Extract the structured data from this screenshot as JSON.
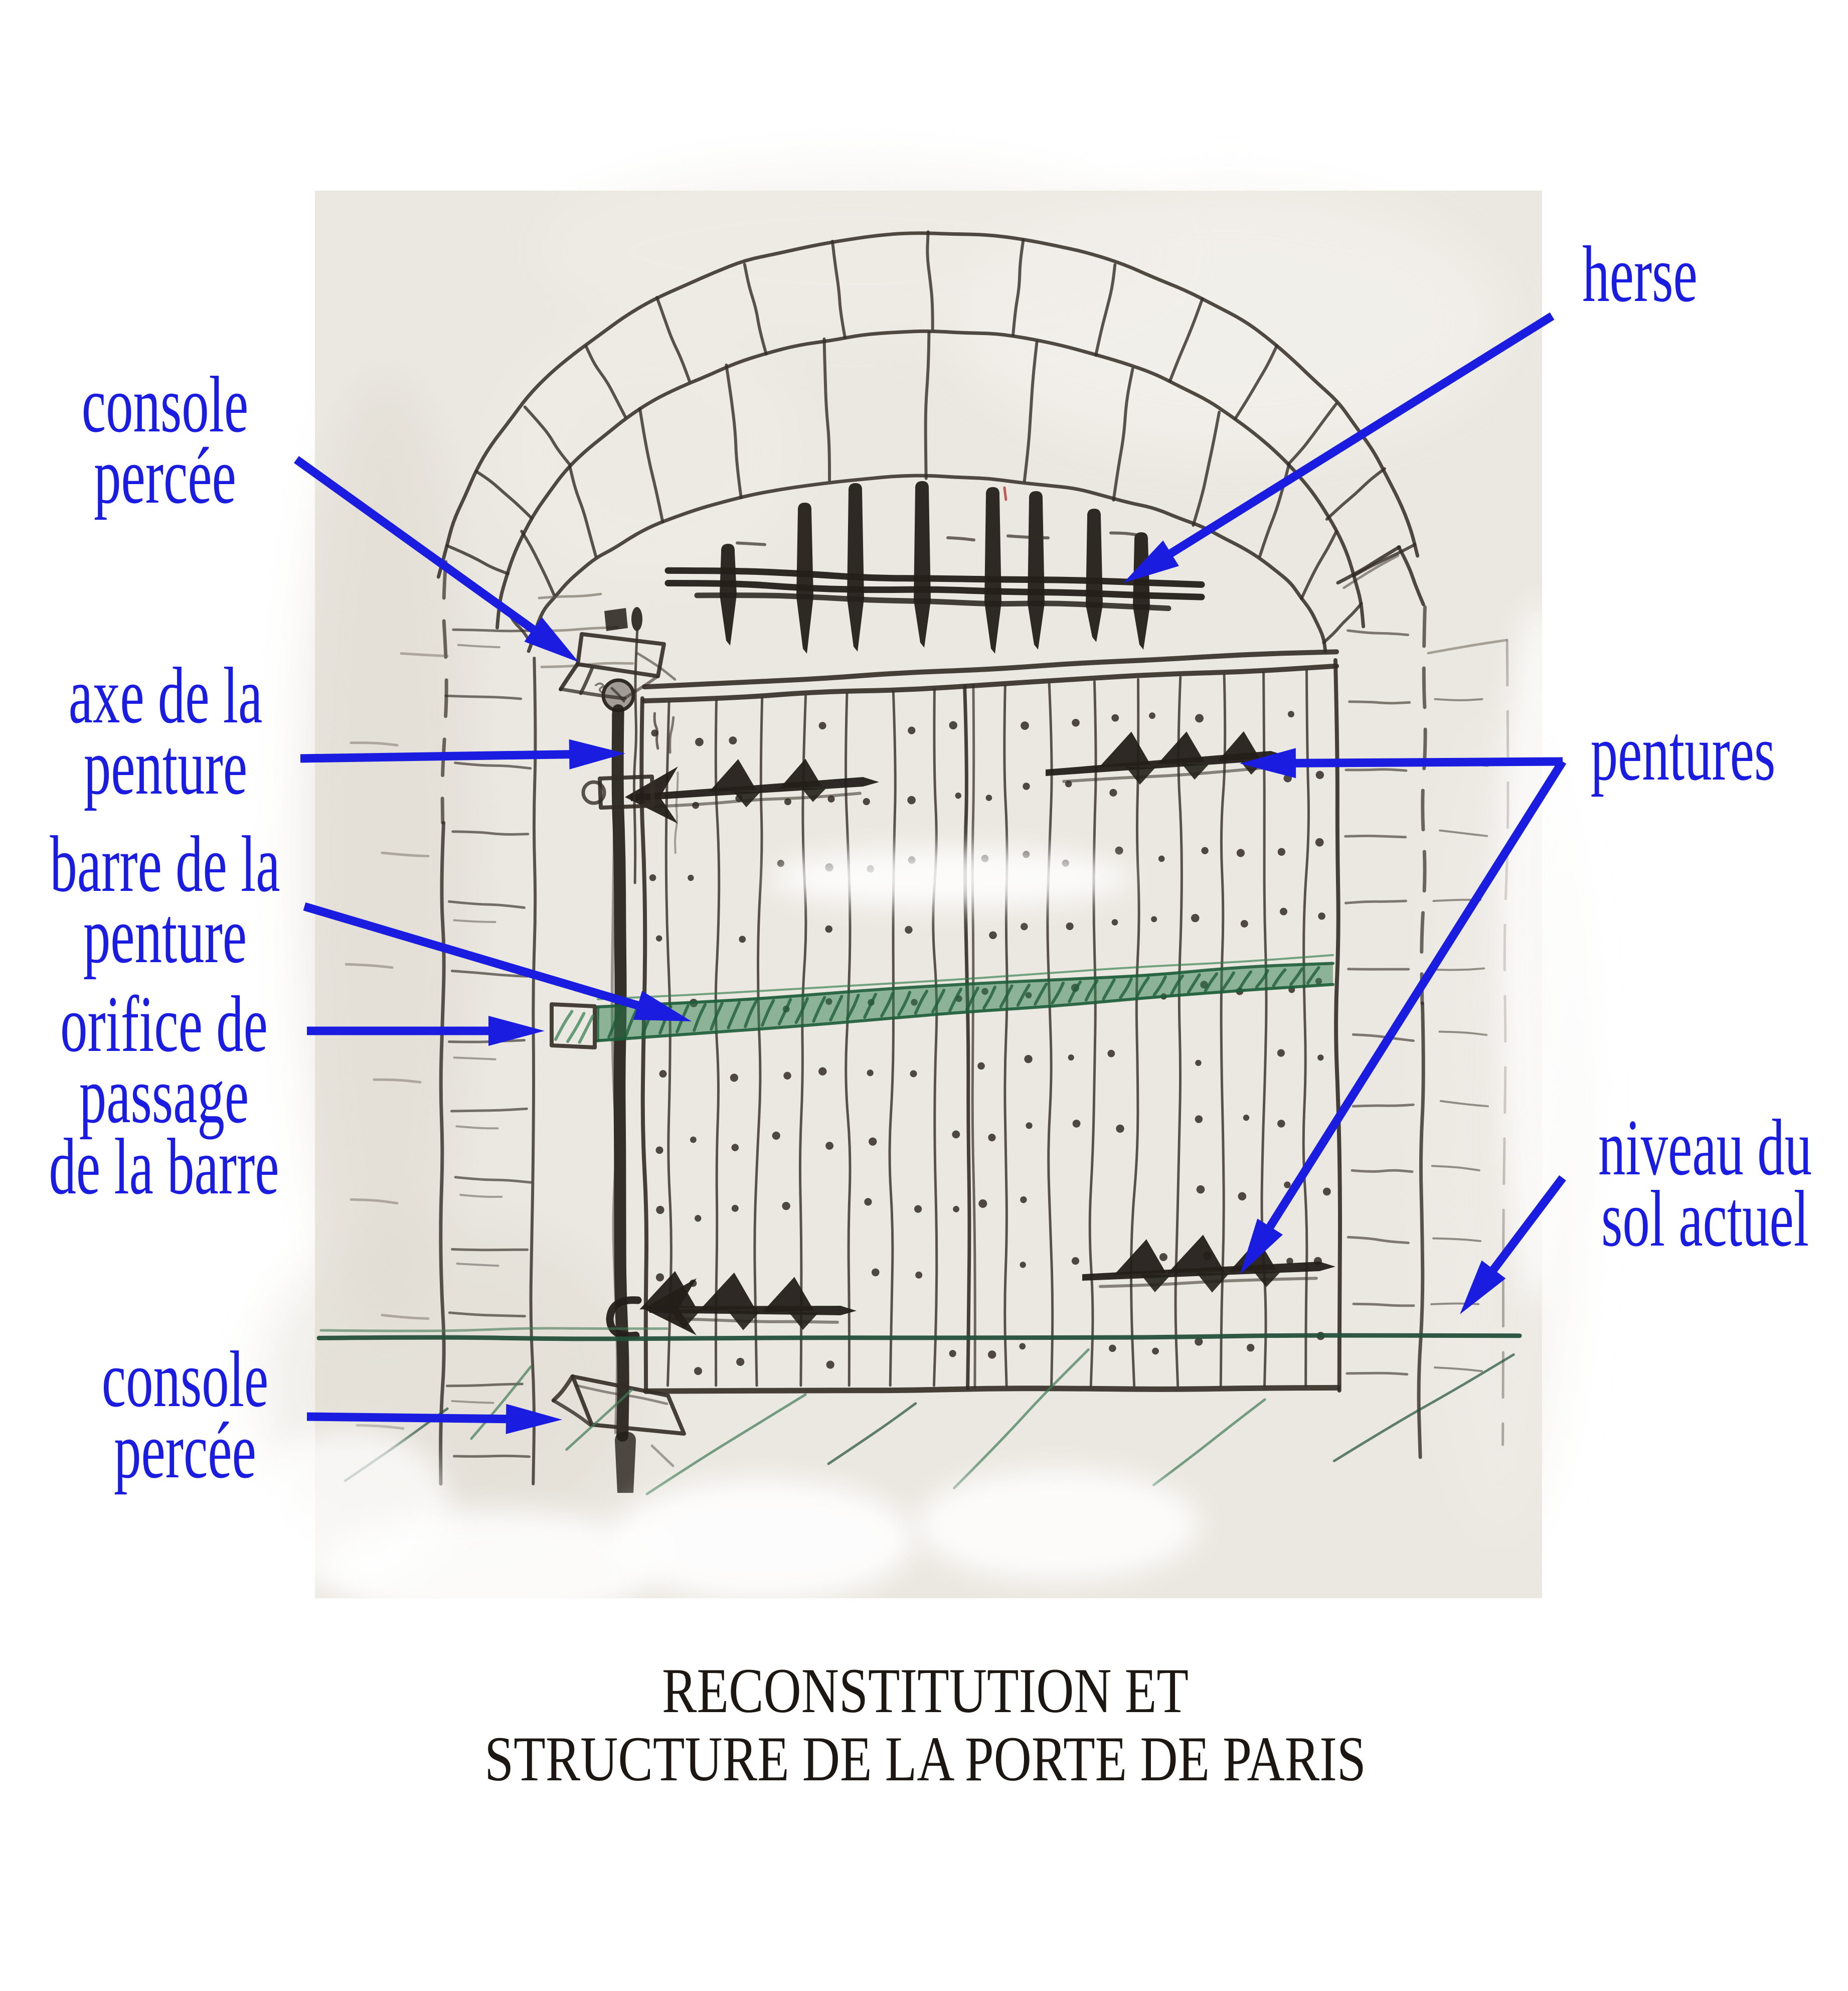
{
  "title": {
    "line1": "RECONSTITUTION ET",
    "line2": "STRUCTURE DE LA PORTE DE PARIS"
  },
  "annotations": {
    "console_percee_top": {
      "lines": [
        "console",
        "percée"
      ]
    },
    "axe_penture": {
      "lines": [
        "axe de la",
        "penture"
      ]
    },
    "barre_penture": {
      "lines": [
        "barre de la",
        "penture"
      ]
    },
    "orifice_passage_barre": {
      "lines": [
        "orifice de",
        "passage",
        "de la barre"
      ]
    },
    "console_percee_bottom": {
      "lines": [
        "console",
        "percée"
      ]
    },
    "herse": {
      "lines": [
        "herse"
      ]
    },
    "pentures": {
      "lines": [
        "pentures"
      ]
    },
    "niveau_sol_actuel": {
      "lines": [
        "niveau du",
        "sol actuel"
      ]
    }
  },
  "colors": {
    "annotation_blue": "#1a1de0",
    "title_ink": "#1c1712",
    "ink": "#332c25",
    "ink_dark": "#241f19",
    "ink_faint": "#6b6259",
    "bar_green": "#2e7d4b",
    "bar_green_dark": "#1d5c38",
    "ground_green": "#24503a",
    "ground_green_light": "#3f7a55",
    "paper": "#ebe8e1",
    "background": "#ffffff",
    "red_mark": "#b23a32"
  },
  "drawing": {
    "subject": "hand-drawn reconstruction sketch of the Porte de Paris gate",
    "parts": [
      "paper-sheet",
      "stone-arch",
      "portcullis",
      "left-wall",
      "right-wall",
      "door-leaves",
      "hinge-straps",
      "pivot-rod",
      "pierced-console-top",
      "pierced-console-bottom",
      "green-bar",
      "bar-orifice",
      "ground-line",
      "annotation-arrows"
    ]
  }
}
